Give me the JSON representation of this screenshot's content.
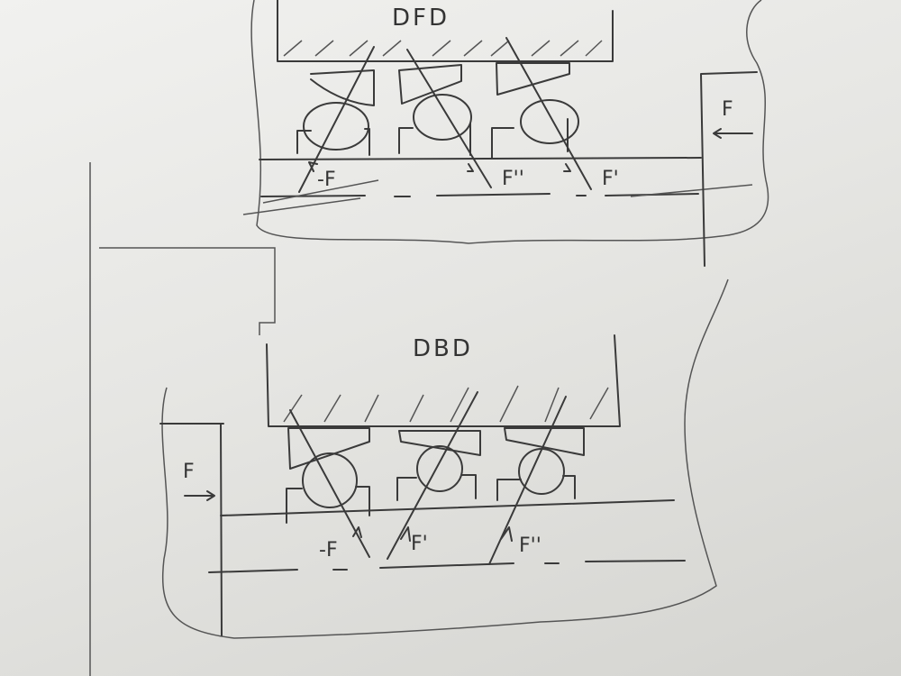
{
  "top_diagram": {
    "title": "DFD",
    "external_force": "F",
    "force_labels": [
      "-F",
      "F''",
      "F'"
    ]
  },
  "bottom_diagram": {
    "title": "DBD",
    "external_force": "F",
    "force_labels": [
      "-F",
      "F'",
      "F''"
    ]
  }
}
